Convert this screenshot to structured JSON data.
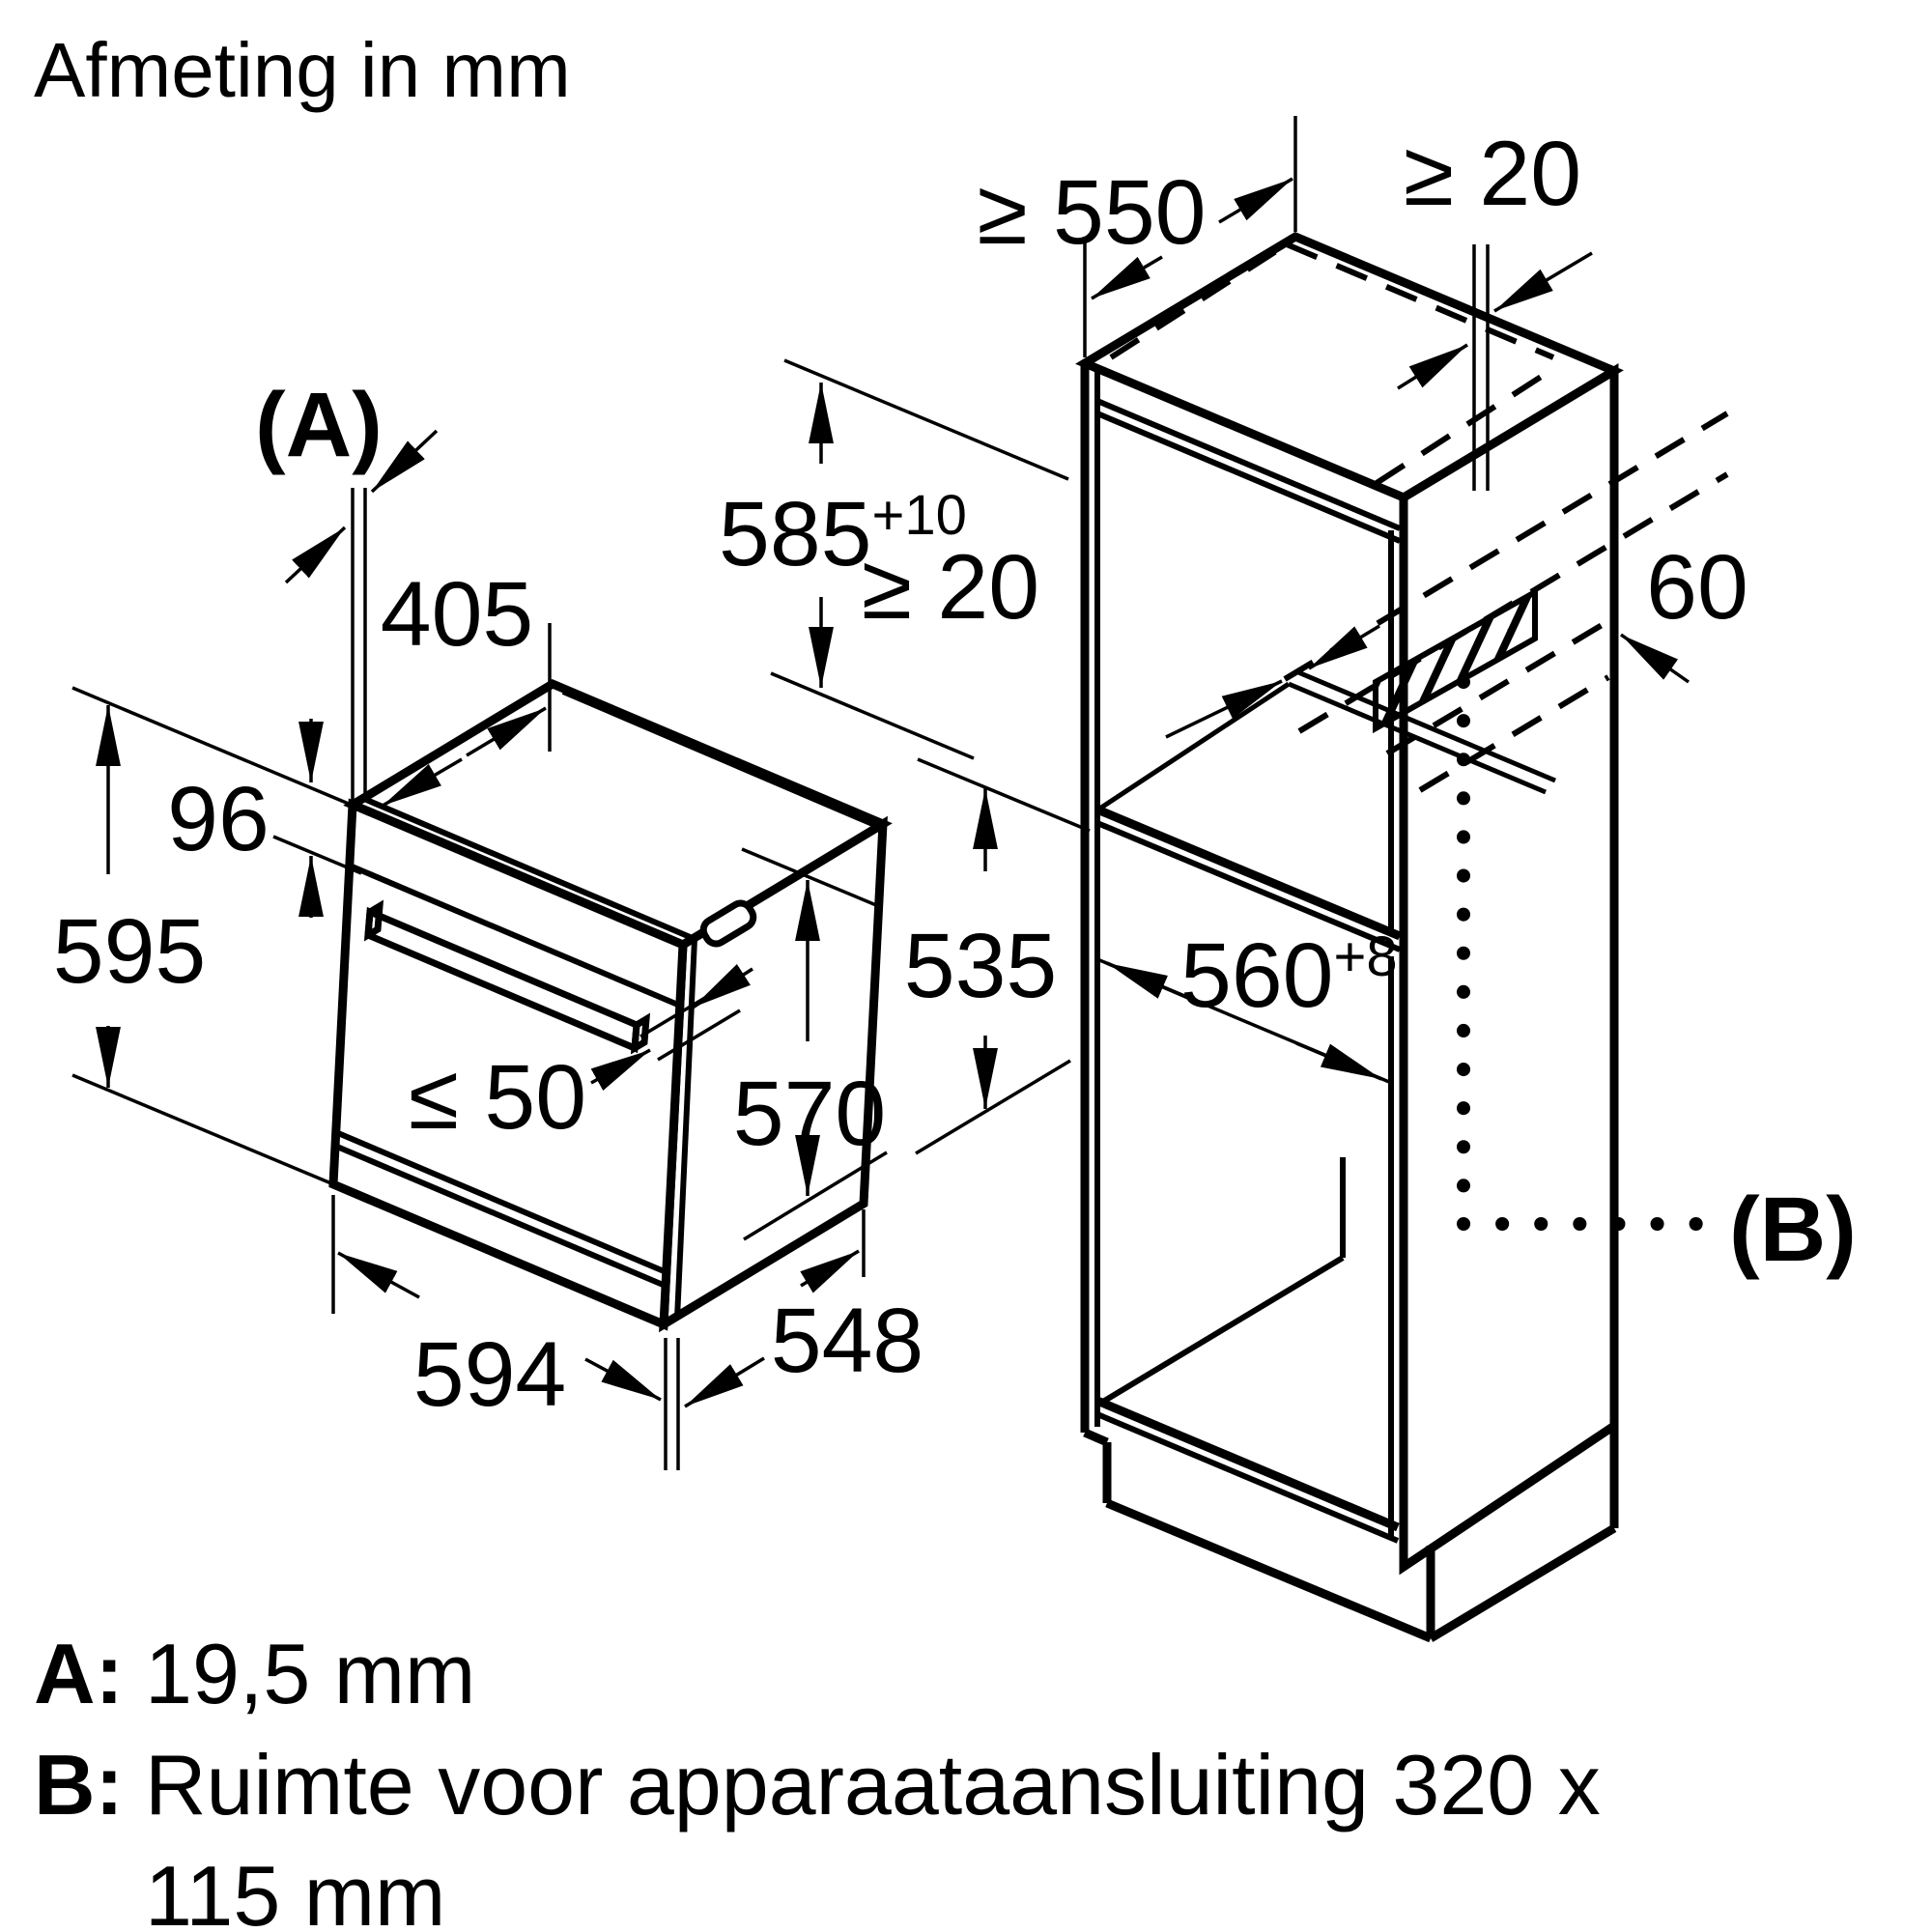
{
  "title": "Afmeting in mm",
  "oven": {
    "label_a": "(A)",
    "dim_405": "405",
    "dim_96": "96",
    "dim_595": "595",
    "dim_le_50": "≤ 50",
    "dim_570": "570",
    "dim_594": "594",
    "dim_548": "548"
  },
  "cabinet": {
    "dim_ge_550": "≥ 550",
    "dim_ge_20_top": "≥ 20",
    "dim_585": "585",
    "dim_585_tol": "+10",
    "dim_ge_20_mid": "≥ 20",
    "dim_60": "60",
    "dim_535": "535",
    "dim_560": "560",
    "dim_560_tol": "+8",
    "label_b": "(B)"
  },
  "legend": {
    "a_key": "A:",
    "a_value": "19,5 mm",
    "b_key": "B:",
    "b_value_line1": "Ruimte voor apparaataansluiting 320 x",
    "b_value_line2": "115 mm"
  },
  "colors": {
    "ink": "#000000",
    "background": "#ffffff"
  }
}
